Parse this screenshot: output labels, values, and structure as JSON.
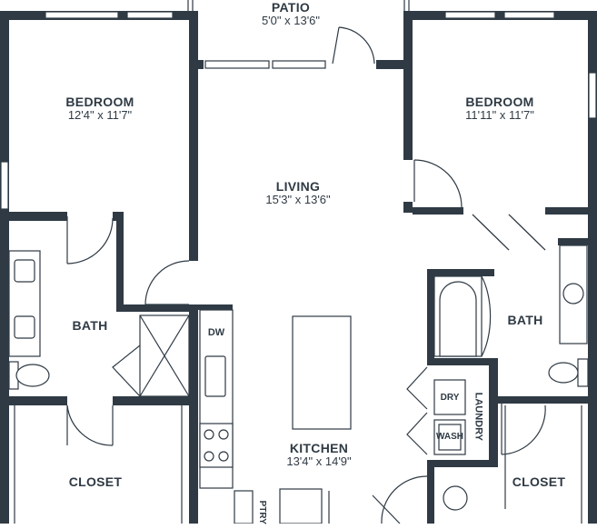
{
  "rooms": {
    "patio": {
      "name": "PATIO",
      "dims": "5'0\" x 13'6\""
    },
    "bedroom1": {
      "name": "BEDROOM",
      "dims": "12'4\" x 11'7\""
    },
    "living": {
      "name": "LIVING",
      "dims": "15'3\" x 13'6\""
    },
    "bedroom2": {
      "name": "BEDROOM",
      "dims": "11'11\" x 11'7\""
    },
    "bath1": {
      "name": "BATH"
    },
    "bath2": {
      "name": "BATH"
    },
    "kitchen": {
      "name": "KITCHEN",
      "dims": "13'4\" x 14'9\""
    },
    "closet1": {
      "name": "CLOSET"
    },
    "closet2": {
      "name": "CLOSET"
    }
  },
  "fixtures": {
    "dw": "DW",
    "dry": "DRY",
    "wash": "WASH",
    "laundry": "LAUNDRY",
    "pantry": "PTRY"
  },
  "colors": {
    "wall": "#2f3a44",
    "background": "#ffffff"
  }
}
